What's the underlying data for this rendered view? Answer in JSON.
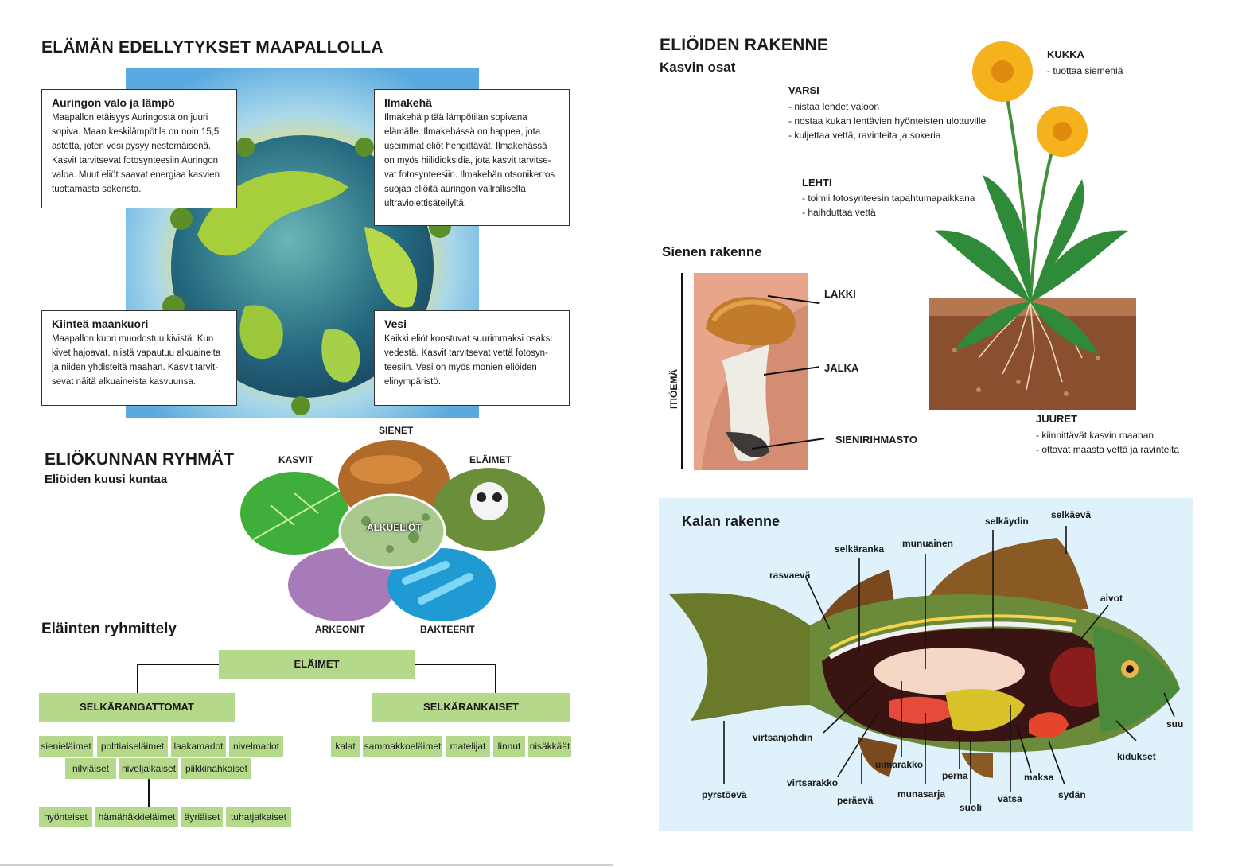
{
  "left": {
    "title": "ELÄMÄN EDELLYTYKSET MAAPALLOLLA",
    "boxes": [
      {
        "title": "Auringon valo ja lämpö",
        "text": "Maapallon etäisyys Auringosta on juuri sopiva. Maan keskilämpötila on noin 15,5 astetta, joten vesi pysyy nestemäisenä. Kasvit tarvitsevat fotosynteesiin Auringon valoa. Muut eliöt saavat energiaa kasvien tuottamasta sokerista."
      },
      {
        "title": "Ilmakehä",
        "text": "Ilmakehä pitää lämpötilan sopivana elämälle. Ilmakehässä on happea, jota useimmat eliöt hengittävät. Ilmakehässä on myös hiilidioksidia, jota kasvit tarvitse-vat fotosynteesiin. Ilmakehän otsonikerros suojaa eliöitä auringon vallralliselta ultraviolettisäteilyltä."
      },
      {
        "title": "Kiinteä maankuori",
        "text": "Maapallon kuori muodostuu kivistä. Kun kivet hajoavat, niistä vapautuu alkuaineita ja niiden yhdisteitä maahan. Kasvit tarvit-sevat näitä alkuaineista kasvuunsa."
      },
      {
        "title": "Vesi",
        "text": "Kaikki eliöt koostuvat suurimmaksi osaksi vedestä. Kasvit tarvitsevat vettä fotosyn-teesiin. Vesi on myös monien eliöiden elinympäristö."
      }
    ],
    "kingdoms": {
      "title": "ELIÖKUNNAN RYHMÄT",
      "subtitle": "Eliöiden kuusi kuntaa",
      "labels": {
        "plants": "KASVIT",
        "fungi": "SIENET",
        "animals": "ELÄIMET",
        "protists": "ALKUELIÖT",
        "archaea": "ARKEONIT",
        "bacteria": "BAKTEERIT"
      }
    },
    "animal_groups": {
      "title": "Eläinten ryhmittely",
      "root": "ELÄIMET",
      "invertebrates": "SELKÄRANGATTOMAT",
      "vertebrates": "SELKÄRANKAISET",
      "inv_row1": [
        "sienieläimet",
        "polttiaiseläimet",
        "laakamadot",
        "nivelmadot"
      ],
      "inv_row2": [
        "nilviäiset",
        "niveljalkaiset",
        "piikkinahkaiset"
      ],
      "arthropods": [
        "hyönteiset",
        "hämähäkkieläimet",
        "äyriäiset",
        "tuhatjalkaiset"
      ],
      "vert": [
        "kalat",
        "sammakkoeläimet",
        "matelijat",
        "linnut",
        "nisäkkäät"
      ]
    }
  },
  "right": {
    "title": "ELIÖIDEN RAKENNE",
    "plant": {
      "subtitle": "Kasvin osat",
      "kukka": {
        "title": "KUKKA",
        "items": [
          "- tuottaa siemeniä"
        ]
      },
      "varsi": {
        "title": "VARSI",
        "items": [
          "- nistaa lehdet valoon",
          "- nostaa kukan lentävien hyönteisten ulottuville",
          "- kuljettaa vettä, ravinteita ja sokeria"
        ]
      },
      "lehti": {
        "title": "LEHTI",
        "items": [
          "- toimii fotosynteesin tapahtumapaikkana",
          "- haihduttaa vettä"
        ]
      },
      "juuret": {
        "title": "JUURET",
        "items": [
          "- kiinnittävät kasvin maahan",
          "- ottavat maasta vettä ja ravinteita"
        ]
      }
    },
    "mushroom": {
      "title": "Sienen rakenne",
      "side": "ITIÖEMÄ",
      "labels": {
        "cap": "LAKKI",
        "stem": "JALKA",
        "mycelium": "SIENIRIHMASTO"
      }
    },
    "fish": {
      "title": "Kalan rakenne",
      "labels": {
        "selkaydin": "selkäydin",
        "selkaeva": "selkäevä",
        "munuainen": "munuainen",
        "selkaranka": "selkäranka",
        "rasvaeva": "rasvaevä",
        "aivot": "aivot",
        "suu": "suu",
        "kidukset": "kidukset",
        "virtsanjohdin": "virtsanjohdin",
        "virtsarakko": "virtsarakko",
        "uimarakko": "uimarakko",
        "perna": "perna",
        "maksa": "maksa",
        "sydan": "sydän",
        "pyrstoeva": "pyrstöevä",
        "peraeva": "peräevä",
        "munasarja": "munasarja",
        "suoli": "suoli",
        "vatsa": "vatsa"
      }
    }
  },
  "colors": {
    "green_box": "#b5d98a",
    "sky": "#6fb4e6",
    "fish_bg": "#dff1fb"
  }
}
